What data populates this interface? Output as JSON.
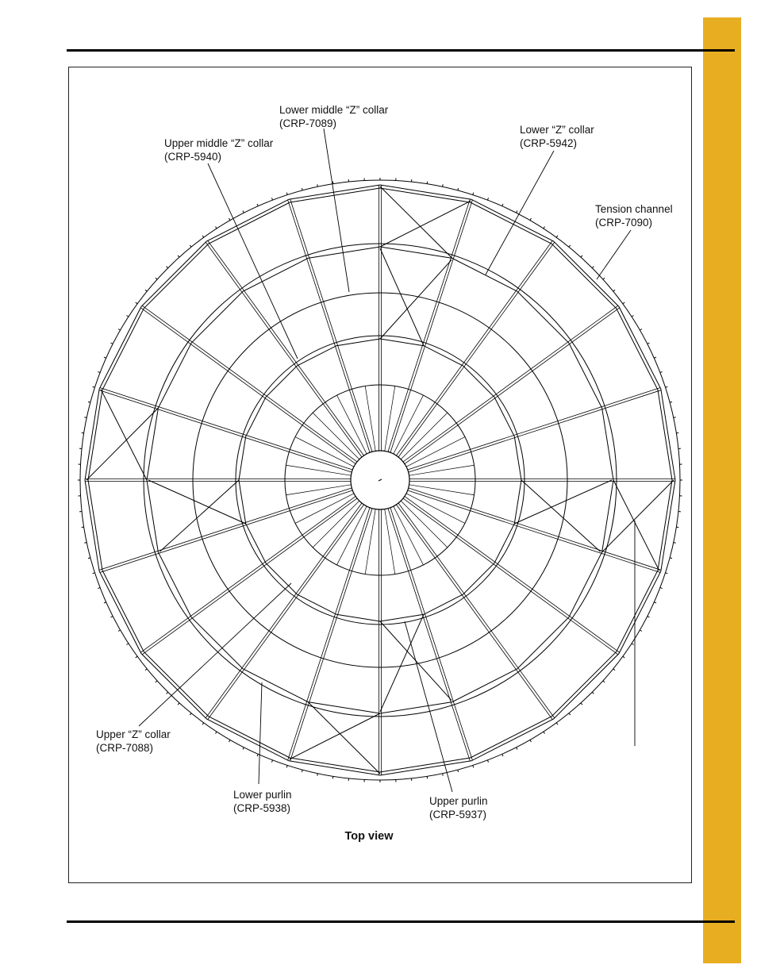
{
  "colors": {
    "side_tab": "#E8AE22",
    "lines": "#000000",
    "page": "#ffffff"
  },
  "callouts": {
    "lower_middle_z_collar": {
      "name": "Lower middle “Z” collar",
      "part": "(CRP-7089)"
    },
    "upper_middle_z_collar": {
      "name": "Upper middle “Z” collar",
      "part": "(CRP-5940)"
    },
    "lower_z_collar": {
      "name": "Lower “Z” collar",
      "part": "(CRP-5942)"
    },
    "tension_channel": {
      "name": "Tension channel",
      "part": "(CRP-7090)"
    },
    "upper_z_collar": {
      "name": "Upper “Z” collar",
      "part": "(CRP-7088)"
    },
    "lower_purlin": {
      "name": "Lower purlin",
      "part": "(CRP-5938)"
    },
    "upper_purlin": {
      "name": "Upper purlin",
      "part": "(CRP-5937)"
    }
  },
  "caption": "Top view"
}
